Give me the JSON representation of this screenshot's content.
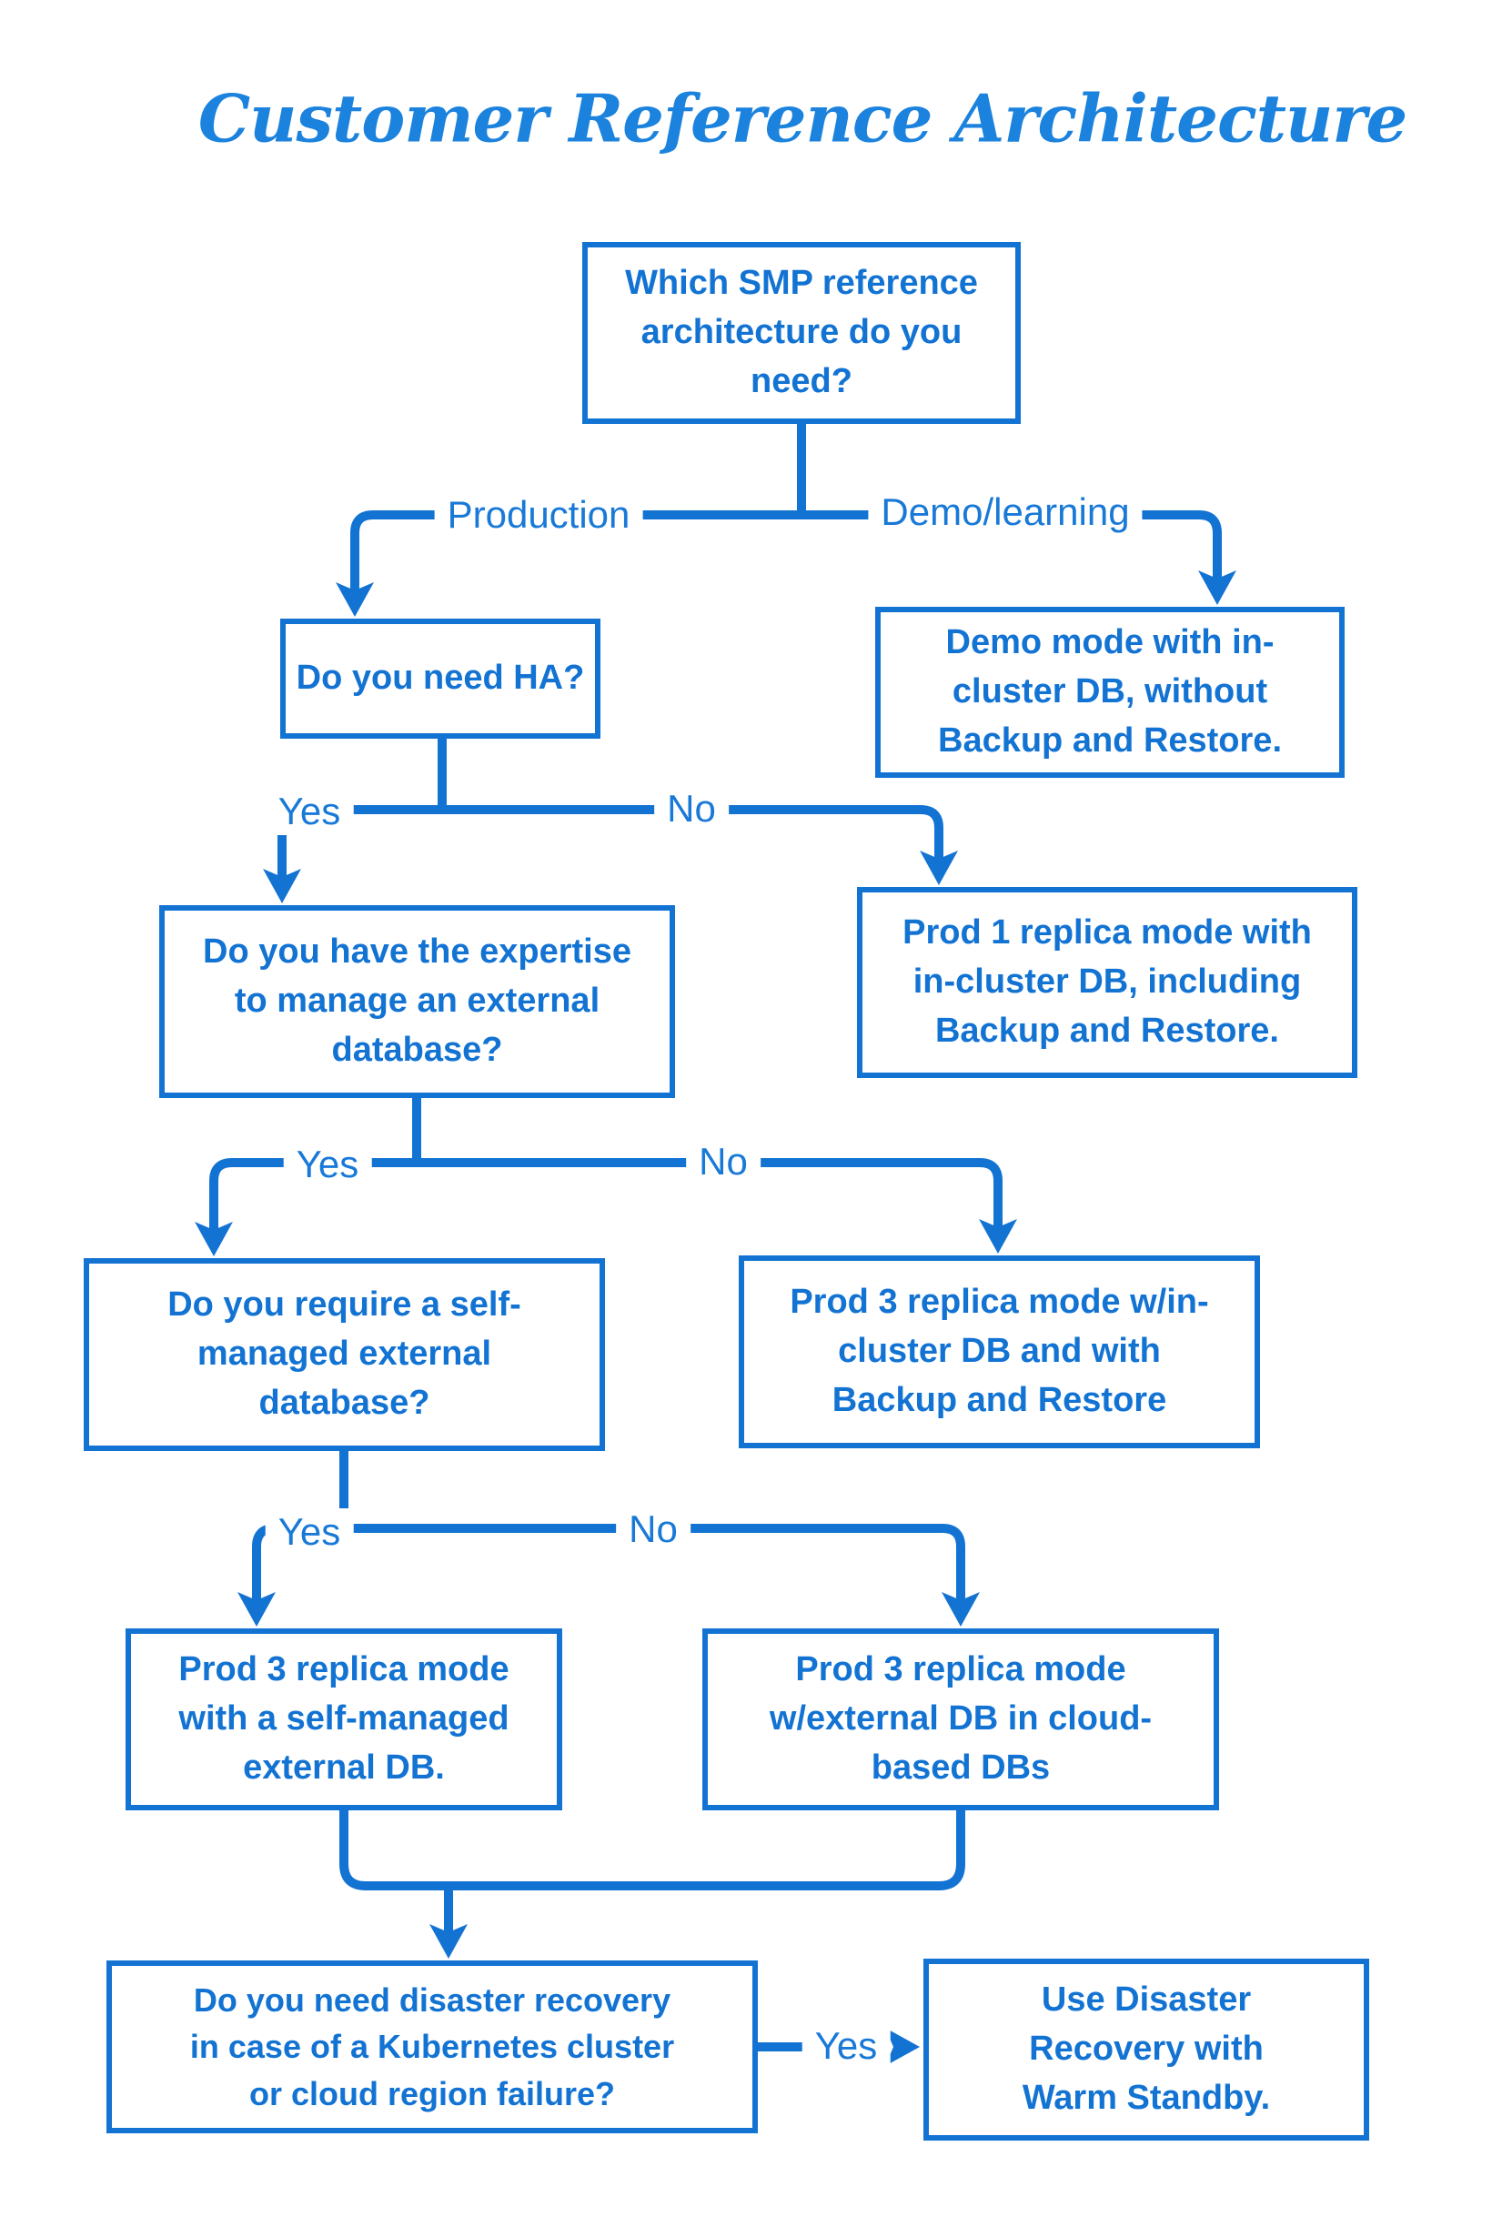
{
  "flowchart": {
    "title": "Customer Reference Architecture",
    "colors": {
      "accent": "#1373d3",
      "label_blue": "#1979d7",
      "title_blue": "#1b82dd",
      "background": "#ffffff"
    },
    "labels": {
      "production": "Production",
      "demo_learning": "Demo/learning",
      "yes": "Yes",
      "no": "No"
    },
    "nodes": {
      "q_main": "Which SMP reference\narchitecture do you\nneed?",
      "q_ha": "Do you need HA?",
      "r_demo": "Demo mode with in-\ncluster DB, without\nBackup and Restore.",
      "q_expertise": "Do you have the expertise\nto manage an external\ndatabase?",
      "r_prod1": "Prod 1 replica mode with\nin-cluster DB, including\nBackup and Restore.",
      "q_self_managed": "Do you require a self-\nmanaged external\ndatabase?",
      "r_prod3_incluster": "Prod 3 replica mode w/in-\ncluster DB and with\nBackup and Restore",
      "r_prod3_self": "Prod 3 replica mode\nwith a self-managed\nexternal DB.",
      "r_prod3_cloud": "Prod 3 replica mode\nw/external DB in cloud-\nbased DBs",
      "q_disaster_recovery": "Do you need disaster recovery\nin case of a Kubernetes cluster\nor cloud region failure?",
      "r_warm_standby": "Use Disaster\nRecovery with\nWarm Standby."
    }
  }
}
